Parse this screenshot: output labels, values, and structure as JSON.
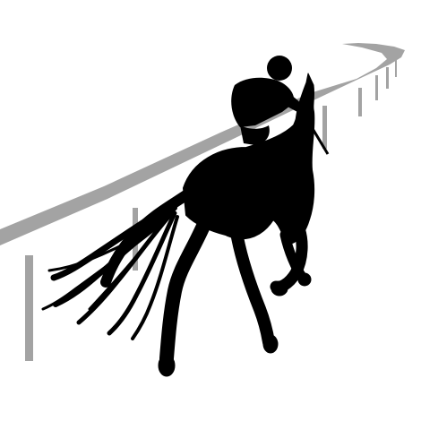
{
  "scene": {
    "subject": "jockey-on-horse-silhouette",
    "elements": [
      "racetrack-rail",
      "horse",
      "jockey"
    ]
  },
  "colors": {
    "background": "#ffffff",
    "silhouette": "#000000",
    "rail": "#a3a3a3"
  }
}
